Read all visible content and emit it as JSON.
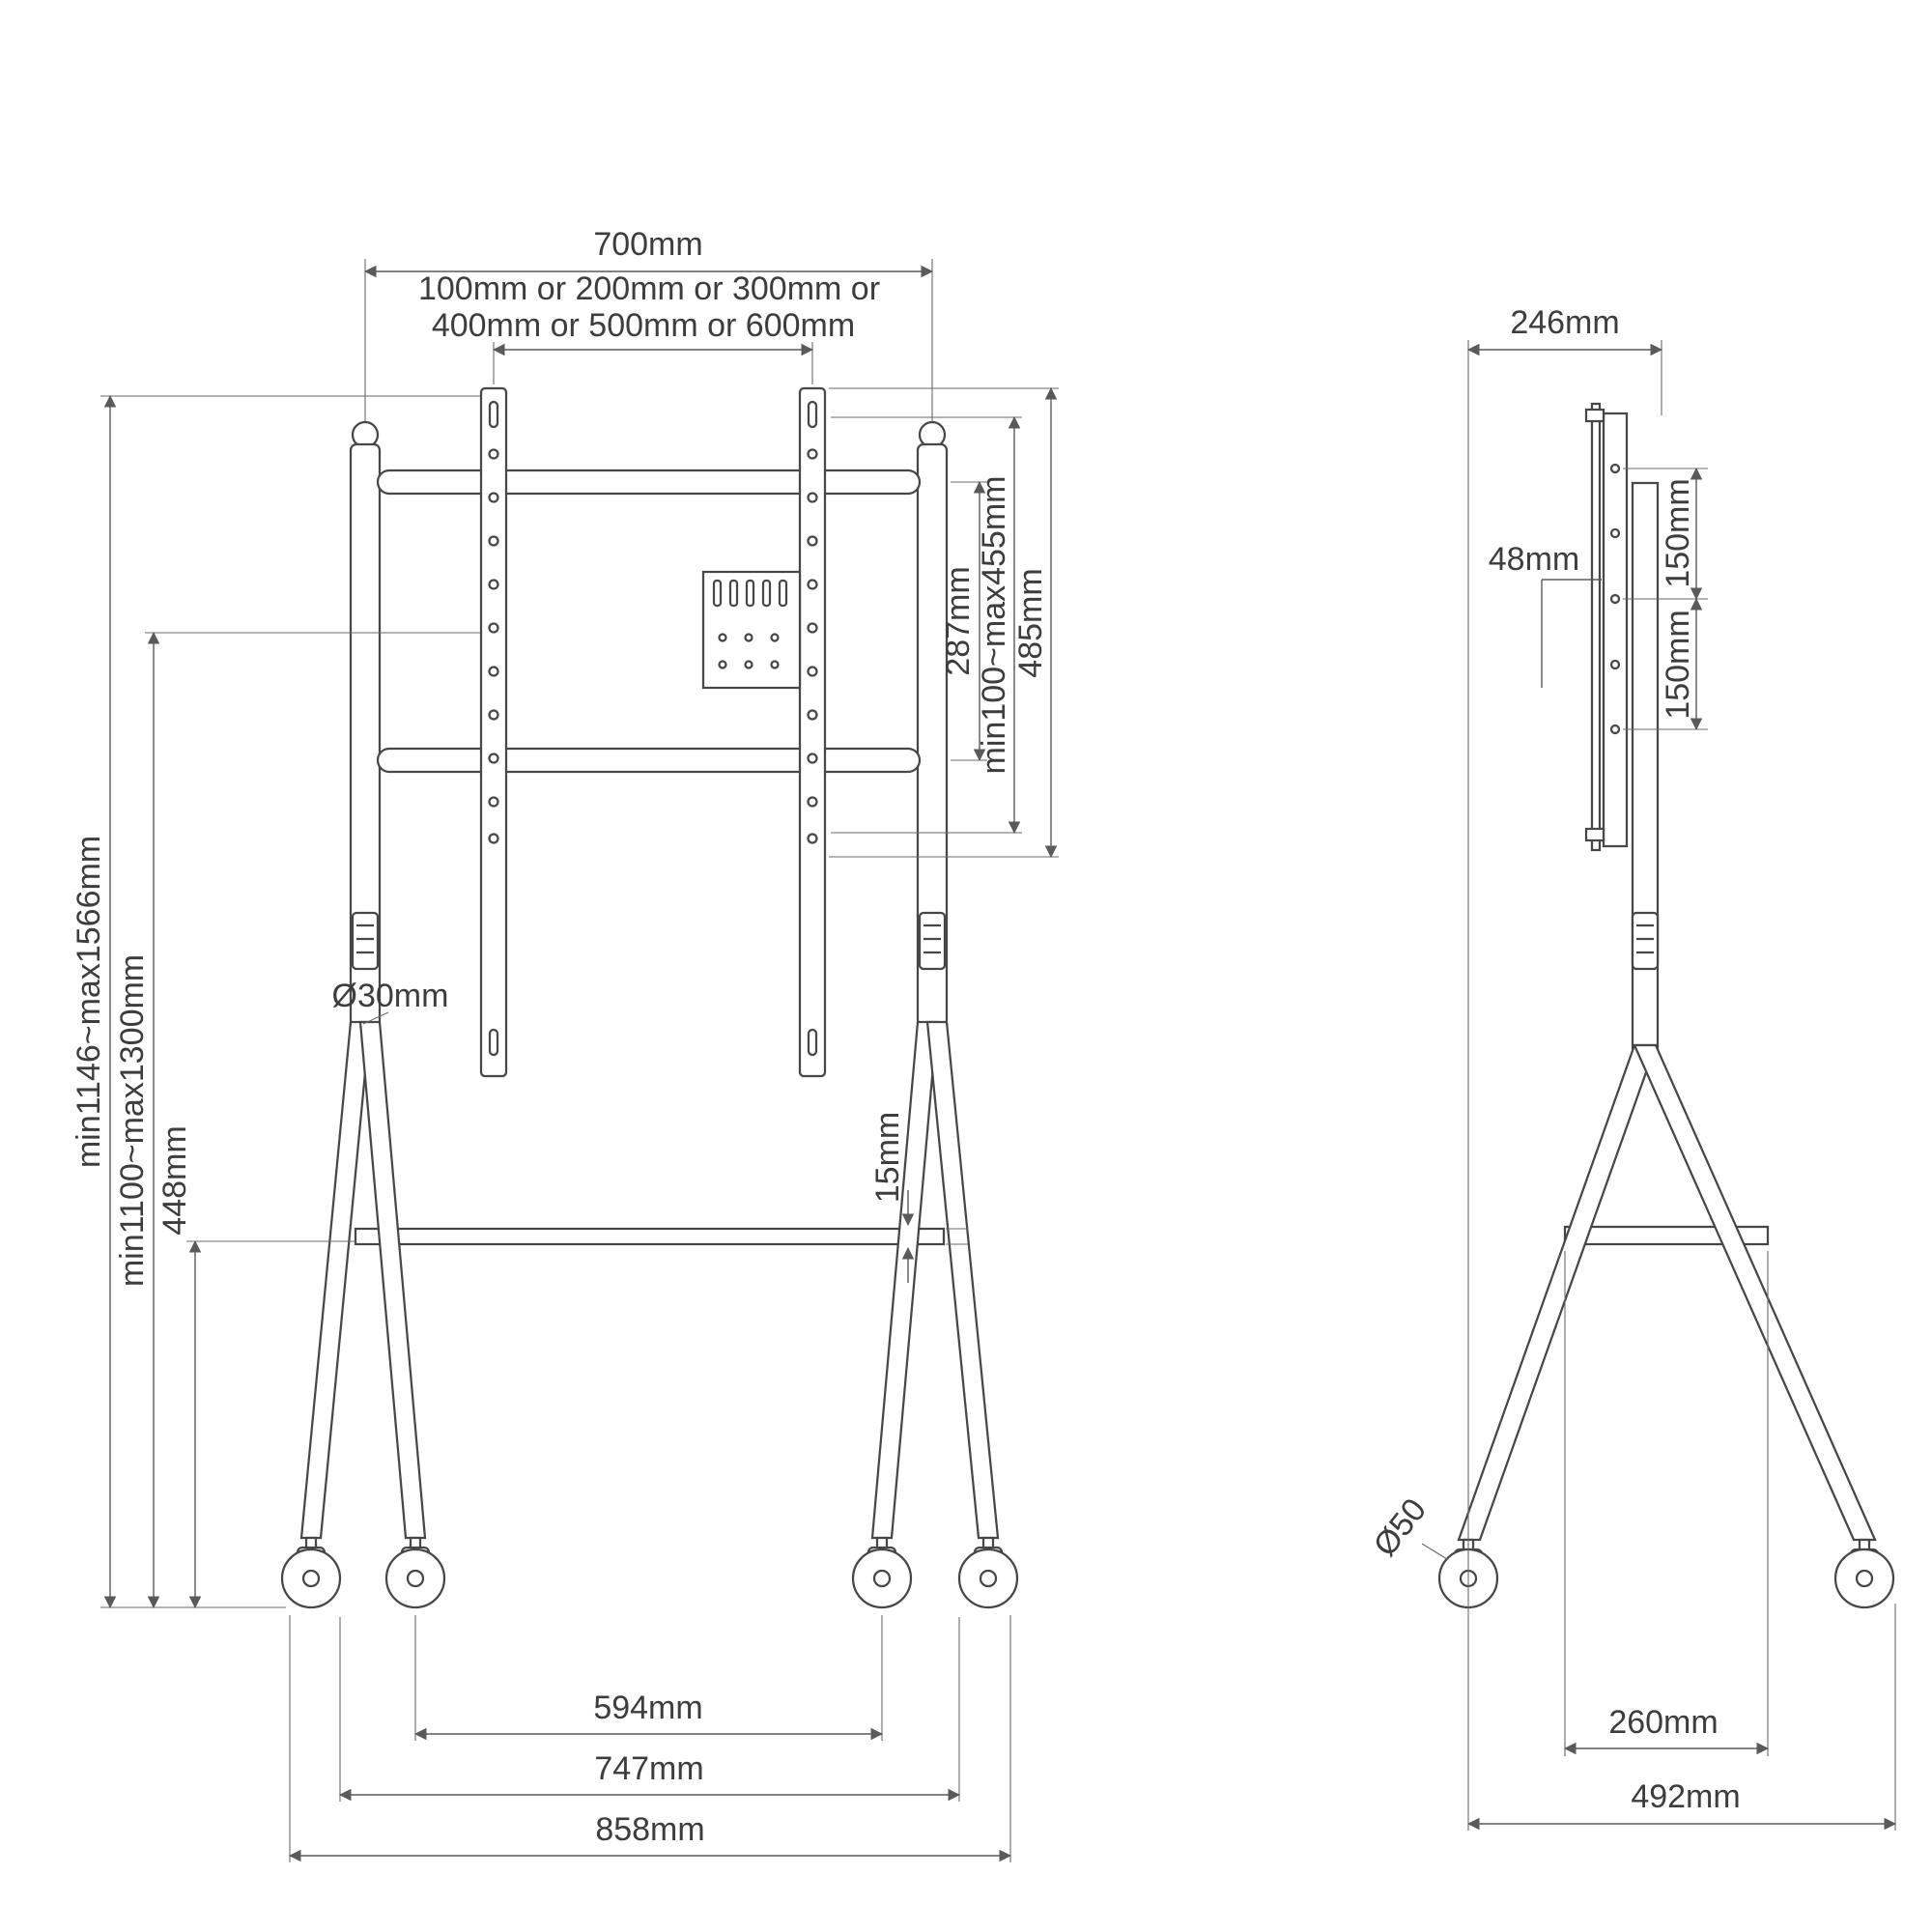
{
  "colors": {
    "line": "#474747",
    "dimension_line": "#5a5a5a",
    "text": "#3d3d3d",
    "background": "#ffffff"
  },
  "front_view": {
    "width_top": "700mm",
    "vesa_width_line1": "100mm or 200mm or 300mm or",
    "vesa_width_line2": "400mm or 500mm or 600mm",
    "bar_spacing": "287mm",
    "vesa_height_range": "min100~max455mm",
    "bracket_height": "485mm",
    "height_range_outer": "min1146~max1566mm",
    "height_range_inner": "min1100~max1300mm",
    "shelf_height": "448mm",
    "pole_diameter": "Ø30mm",
    "shelf_thickness": "15mm",
    "width_inner": "594mm",
    "width_mid": "747mm",
    "width_outer": "858mm"
  },
  "side_view": {
    "depth_top": "246mm",
    "bracket_offset": "48mm",
    "vesa_vertical_upper": "150mm",
    "vesa_vertical_lower": "150mm",
    "caster_diameter": "Ø50",
    "depth_inner": "260mm",
    "depth_bottom": "492mm"
  }
}
